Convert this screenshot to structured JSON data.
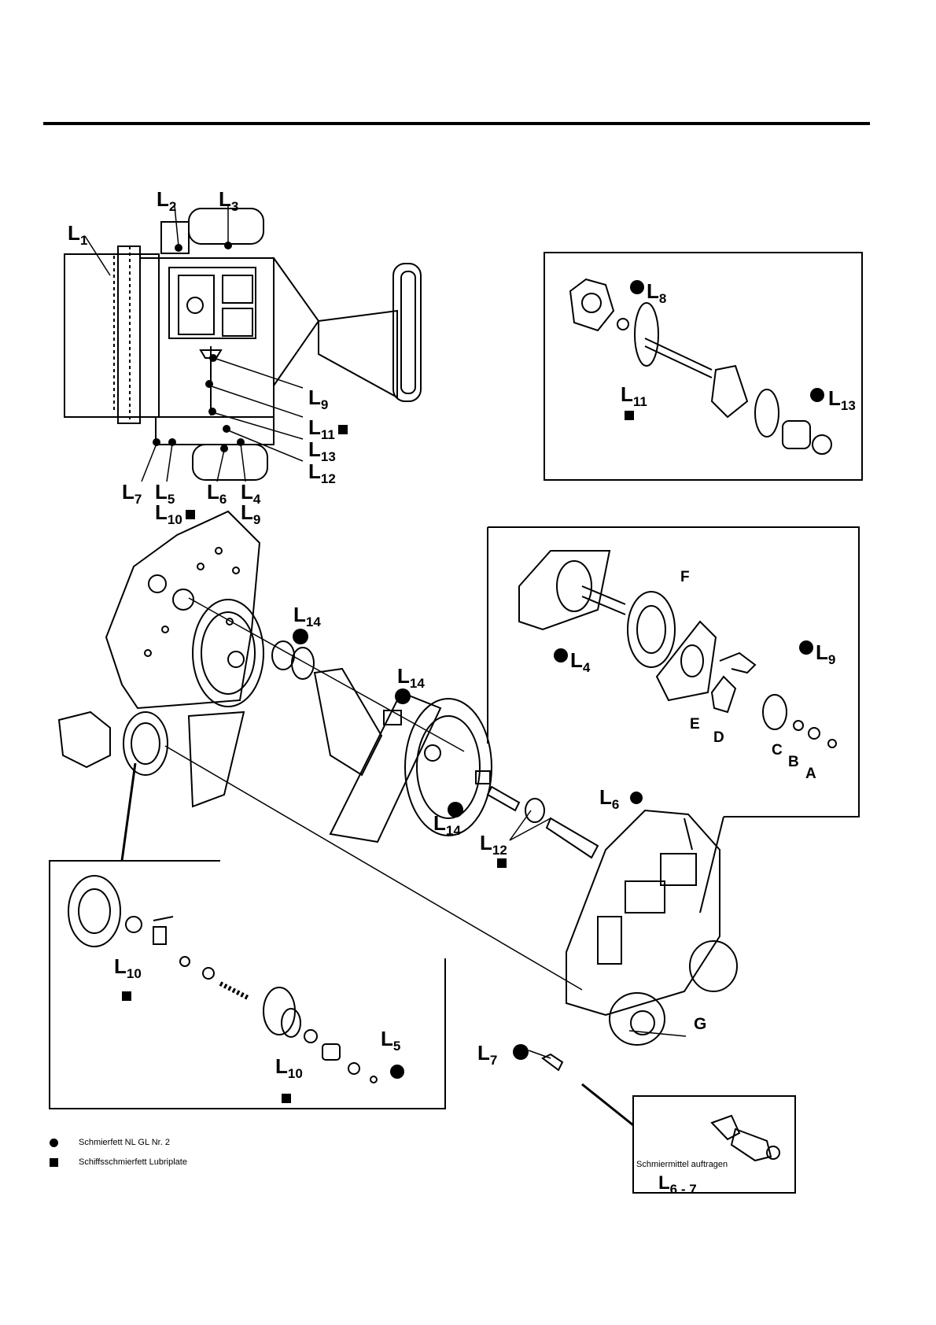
{
  "overview_callouts": {
    "L1": {
      "base": "L",
      "sub": "1"
    },
    "L2": {
      "base": "L",
      "sub": "2"
    },
    "L3": {
      "base": "L",
      "sub": "3"
    },
    "L9a": {
      "base": "L",
      "sub": "9"
    },
    "L11a": {
      "base": "L",
      "sub": "11"
    },
    "L13a": {
      "base": "L",
      "sub": "13"
    },
    "L12a": {
      "base": "L",
      "sub": "12"
    },
    "L7a": {
      "base": "L",
      "sub": "7"
    },
    "L5a": {
      "base": "L",
      "sub": "5"
    },
    "L10a": {
      "base": "L",
      "sub": "10"
    },
    "L6a": {
      "base": "L",
      "sub": "6"
    },
    "L4a": {
      "base": "L",
      "sub": "4"
    },
    "L9b": {
      "base": "L",
      "sub": "9"
    }
  },
  "detail_shaft_callouts": {
    "L8": {
      "base": "L",
      "sub": "8"
    },
    "L11": {
      "base": "L",
      "sub": "11"
    },
    "L13": {
      "base": "L",
      "sub": "13"
    }
  },
  "detail_pulley_callouts": {
    "L4": {
      "base": "L",
      "sub": "4"
    },
    "L9": {
      "base": "L",
      "sub": "9"
    },
    "letters": [
      "F",
      "E",
      "D",
      "C",
      "B",
      "A"
    ]
  },
  "main_callouts": {
    "L14a": {
      "base": "L",
      "sub": "14"
    },
    "L14b": {
      "base": "L",
      "sub": "14"
    },
    "L14c": {
      "base": "L",
      "sub": "14"
    },
    "L12": {
      "base": "L",
      "sub": "12"
    },
    "L6": {
      "base": "L",
      "sub": "6"
    },
    "L7": {
      "base": "L",
      "sub": "7"
    },
    "G": "G"
  },
  "detail_clutch_callouts": {
    "L10a": {
      "base": "L",
      "sub": "10"
    },
    "L10b": {
      "base": "L",
      "sub": "10"
    },
    "L5": {
      "base": "L",
      "sub": "5"
    }
  },
  "inset_note": {
    "text": "Schmiermittel auftragen",
    "label": {
      "base": "L",
      "sub": "6 - 7"
    }
  },
  "legend": [
    {
      "symbol": "circle",
      "text": "Schmierfett NL GL Nr. 2"
    },
    {
      "symbol": "square",
      "text": "Schiffsschmierfett Lubriplate"
    }
  ]
}
